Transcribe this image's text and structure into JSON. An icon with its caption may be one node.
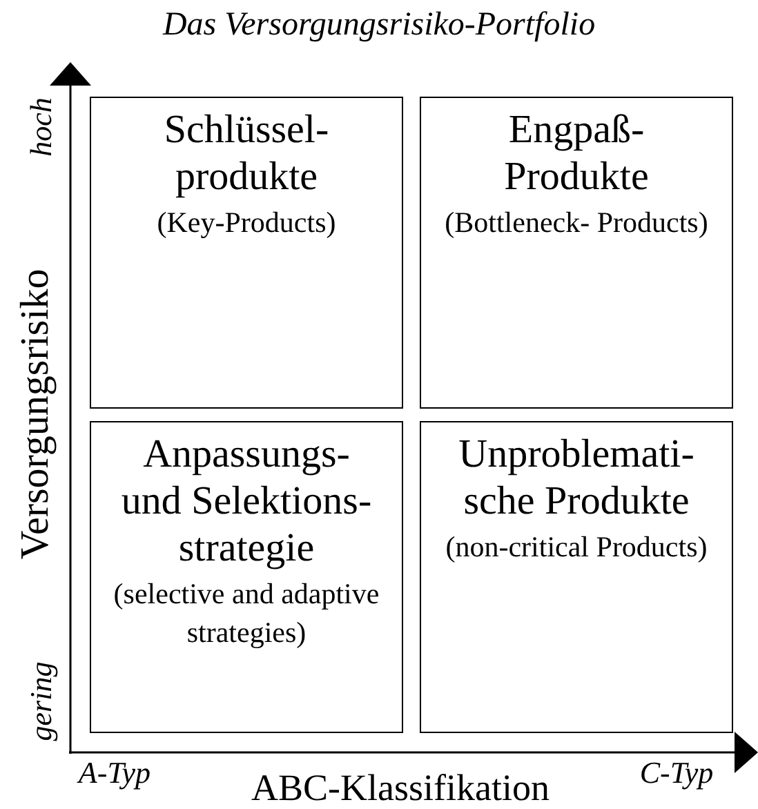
{
  "diagram": {
    "title": "Das Versorgungsrisiko-Portfolio",
    "nodes": [
      {
        "text": [
          "Schlüssel- produkte",
          "(Key-Products)"
        ]
      },
      {
        "text": [
          "Engpaß- Produkte",
          "(Bottleneck- Products)"
        ]
      },
      {
        "text": [
          "Anpassungs- und Selektions- strategie",
          "(selective and adaptive strategies)"
        ]
      },
      {
        "text": [
          "Unproblemati- sche Produkte",
          "(non-critical Products)"
        ]
      }
    ],
    "labels": [
      "hoch",
      "Versorgungsrisiko",
      "gering",
      "A-Typ",
      "ABC-Klassifikation",
      "C-Typ"
    ]
  }
}
